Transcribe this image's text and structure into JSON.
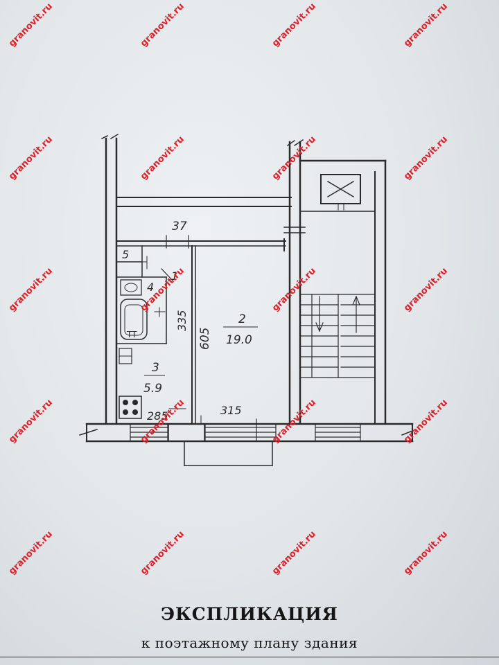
{
  "watermark": "granovit.ru",
  "rooms": [
    {
      "number": "1",
      "area": ""
    },
    {
      "number": "2",
      "area": "19.0"
    },
    {
      "number": "3",
      "area": "5.9"
    },
    {
      "number": "4",
      "area": ""
    },
    {
      "number": "5",
      "area": ""
    }
  ],
  "dimensions": {
    "corridor_width": "37",
    "hall_length": "335",
    "room2_depth": "605",
    "kitchen_width": "285",
    "room2_width": "315"
  },
  "fixtures": {
    "toilet_label": "TT"
  },
  "colors": {
    "ink": "#2a2a2a",
    "watermark": "#e0202a",
    "paper": "#e6eaed"
  },
  "explication": {
    "title": "ЭКСПЛИКАЦИЯ",
    "subtitle": "к поэтажному плану здания"
  }
}
